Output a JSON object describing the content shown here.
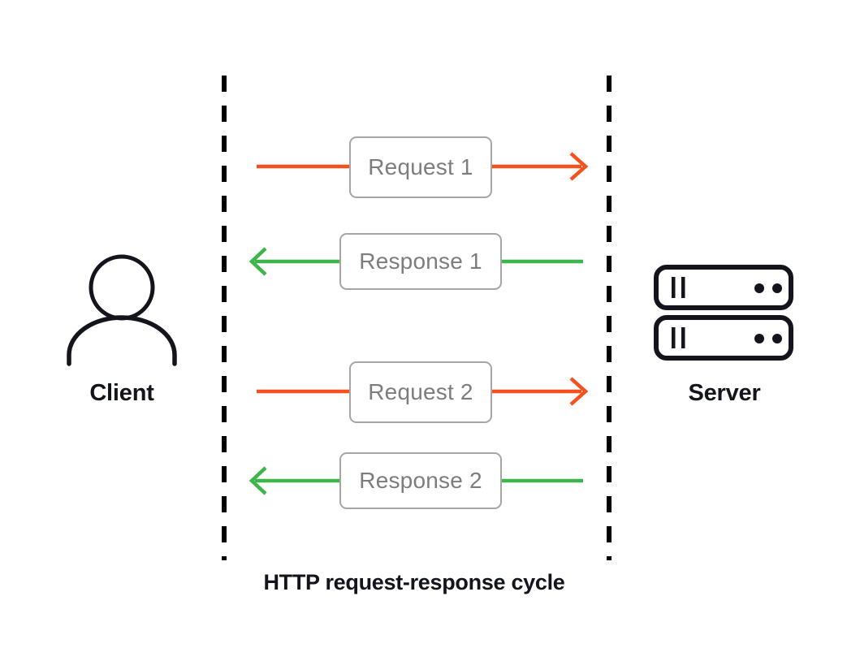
{
  "diagram": {
    "title": "HTTP request-response cycle",
    "background_color": "#ffffff",
    "caption": "HTTP request-response cycle",
    "endpoints": {
      "client": {
        "label": "Client",
        "icon": "person-icon",
        "color": "#14141c"
      },
      "server": {
        "label": "Server",
        "icon": "server-rack-icon",
        "color": "#14141c"
      }
    },
    "lifelines": {
      "style": "dashed",
      "color": "#000000",
      "left_label": "client-lifeline",
      "right_label": "server-lifeline"
    },
    "colors": {
      "request_arrow": "#f4511e",
      "response_arrow": "#3db54a",
      "box_border": "#a6a6a6",
      "box_fill": "#ffffff",
      "box_text": "#7d7d7d",
      "label_text": "#14141c",
      "lifeline": "#000000"
    },
    "messages": [
      {
        "id": "request-1",
        "label": "Request 1",
        "direction": "client-to-server",
        "color": "#f4511e",
        "kind": "request"
      },
      {
        "id": "response-1",
        "label": "Response 1",
        "direction": "server-to-client",
        "color": "#3db54a",
        "kind": "response"
      },
      {
        "id": "request-2",
        "label": "Request 2",
        "direction": "client-to-server",
        "color": "#f4511e",
        "kind": "request"
      },
      {
        "id": "response-2",
        "label": "Response 2",
        "direction": "server-to-client",
        "color": "#3db54a",
        "kind": "response"
      }
    ]
  }
}
